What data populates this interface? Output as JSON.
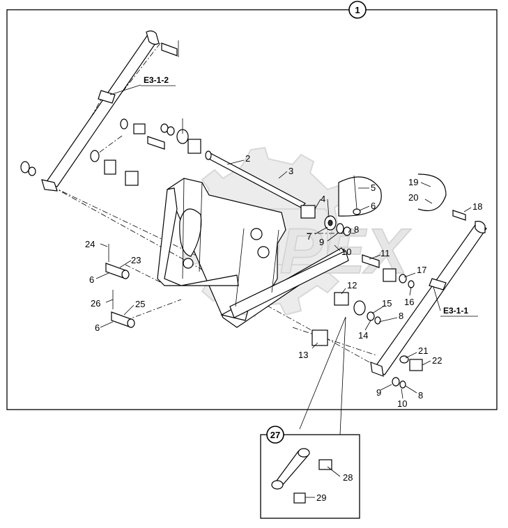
{
  "callouts": {
    "main": "1",
    "inset": "27"
  },
  "refs": {
    "upper_arm": "E3-1-2",
    "lower_arm": "E3-1-1"
  },
  "watermark": "OPEX",
  "labels": {
    "p2": "2",
    "p3": "3",
    "p4": "4",
    "p5": "5",
    "p6a": "6",
    "p6b": "6",
    "p6c": "6",
    "p7": "7",
    "p8a": "8",
    "p8b": "8",
    "p8c": "8",
    "p9a": "9",
    "p9b": "9",
    "p10a": "10",
    "p10b": "10",
    "p11": "11",
    "p12": "12",
    "p13": "13",
    "p14": "14",
    "p15": "15",
    "p16": "16",
    "p17": "17",
    "p18": "18",
    "p19": "19",
    "p20": "20",
    "p21": "21",
    "p22": "22",
    "p23": "23",
    "p24": "24",
    "p25": "25",
    "p26": "26",
    "p28": "28",
    "p29": "29"
  }
}
